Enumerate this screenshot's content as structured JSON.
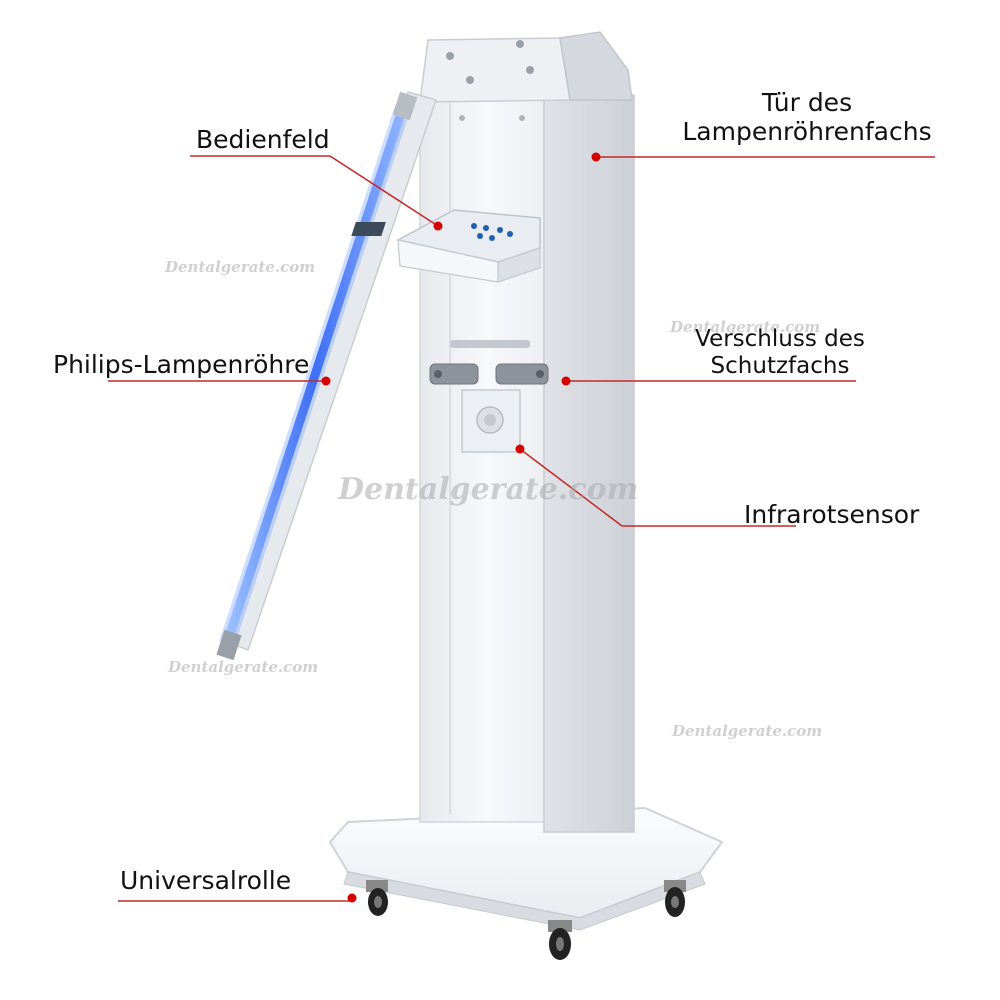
{
  "colors": {
    "callout_line": "#c62828",
    "callout_dot": "#d50000",
    "uv_glow": "#4f83ff",
    "body": "#f2f3f6"
  },
  "labels": {
    "bedienfeld": "Bedienfeld",
    "tuer_line1": "Tür des",
    "tuer_line2": "Lampenröhrenfachs",
    "philips": "Philips-Lampenröhre",
    "verschluss_line1": "Verschluss des",
    "verschluss_line2": "Schutzfachs",
    "infrarot": "Infrarotsensor",
    "universal": "Universalrolle"
  },
  "watermark": "Dentalgerate.com"
}
